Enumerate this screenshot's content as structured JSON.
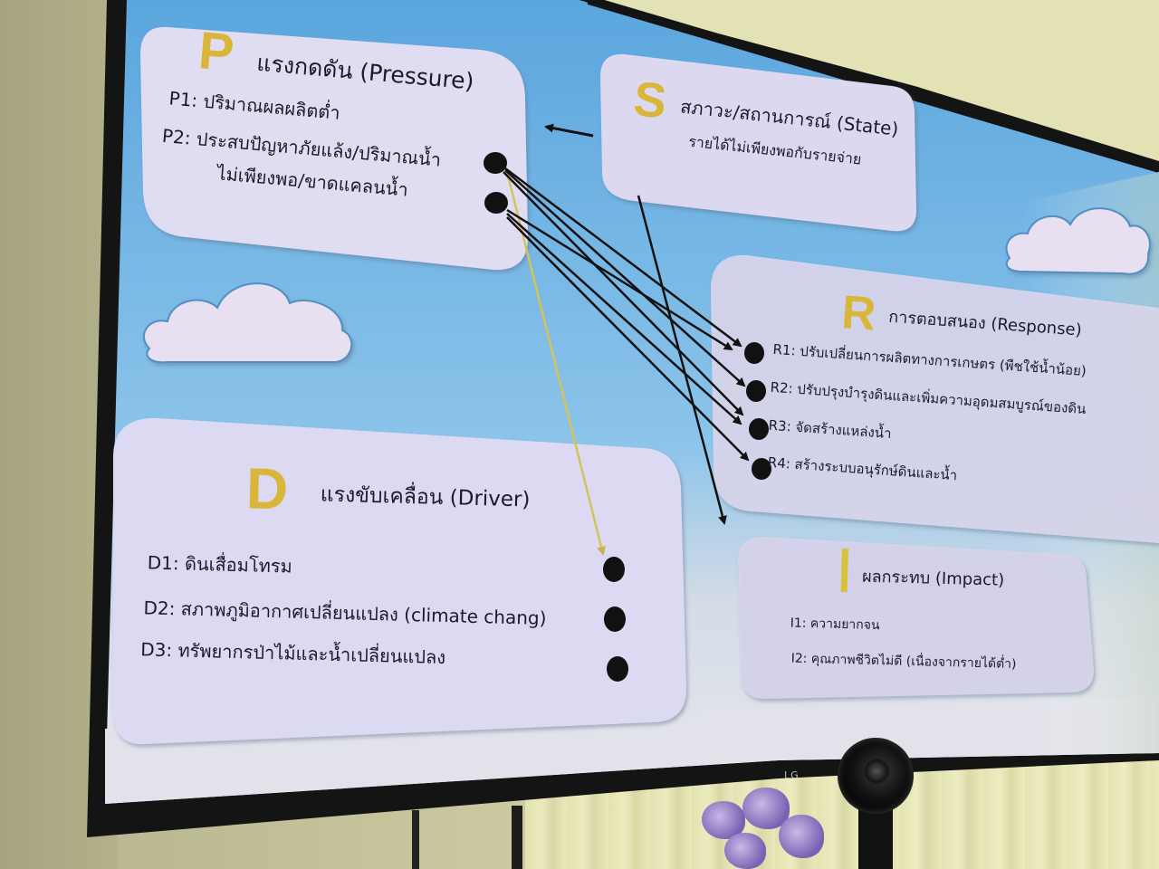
{
  "scene": {
    "description": "Photograph of an LG TV screen displaying a DPSIR framework slide",
    "tv_brand": "LG"
  },
  "colors": {
    "slide_sky": "#6fb2e0",
    "box_fill": "#dcdaf2",
    "letter_gold": "#d9b63a",
    "node_black": "#111111",
    "arrow_black": "#111111",
    "arrow_yellow": "#d6c25a",
    "bezel": "#141414"
  },
  "pressure": {
    "letter": "P",
    "title": "แรงกดดัน (Pressure)",
    "items": [
      {
        "label": "P1: ปริมาณผลผลิตต่ำ"
      },
      {
        "label": "P2: ประสบปัญหาภัยแล้ง/ปริมาณน้ำ"
      },
      {
        "label": "ไม่เพียงพอ/ขาดแคลนน้ำ"
      }
    ]
  },
  "state": {
    "letter": "S",
    "title": "สภาวะ/สถานการณ์ (State)",
    "items": [
      {
        "label": "รายได้ไม่เพียงพอกับรายจ่าย"
      }
    ]
  },
  "response": {
    "letter": "R",
    "title": "การตอบสนอง (Response)",
    "items": [
      {
        "label": "R1: ปรับเปลี่ยนการผลิตทางการเกษตร (พืชใช้น้ำน้อย)"
      },
      {
        "label": "R2: ปรับปรุงบำรุงดินและเพิ่มความอุดมสมบูรณ์ของดิน"
      },
      {
        "label": "R3: จัดสร้างแหล่งน้ำ"
      },
      {
        "label": "R4: สร้างระบบอนุรักษ์ดินและน้ำ"
      }
    ]
  },
  "driver": {
    "letter": "D",
    "title": "แรงขับเคลื่อน (Driver)",
    "items": [
      {
        "label": "D1: ดินเสื่อมโทรม"
      },
      {
        "label": "D2: สภาพภูมิอากาศเปลี่ยนแปลง (climate chang)"
      },
      {
        "label": "D3: ทรัพยากรป่าไม้และน้ำเปลี่ยนแปลง"
      }
    ]
  },
  "impact": {
    "letter": "I",
    "title": "ผลกระทบ (Impact)",
    "items": [
      {
        "label": "I1: ความยากจน"
      },
      {
        "label": "I2: คุณภาพชีวิตไม่ดี (เนื่องจากรายได้ต่ำ)"
      }
    ]
  },
  "connections": [
    {
      "from": "S",
      "to": "P",
      "color": "black"
    },
    {
      "from": "S",
      "to": "I",
      "color": "black"
    },
    {
      "from": "P1",
      "to": "D1",
      "color": "yellow"
    },
    {
      "from": "P1",
      "to": "R1",
      "color": "black"
    },
    {
      "from": "P1",
      "to": "R2",
      "color": "black"
    },
    {
      "from": "P1",
      "to": "R3",
      "color": "black"
    },
    {
      "from": "P2",
      "to": "R1",
      "color": "black"
    },
    {
      "from": "P2",
      "to": "R3",
      "color": "black"
    },
    {
      "from": "P2",
      "to": "R4",
      "color": "black"
    }
  ]
}
